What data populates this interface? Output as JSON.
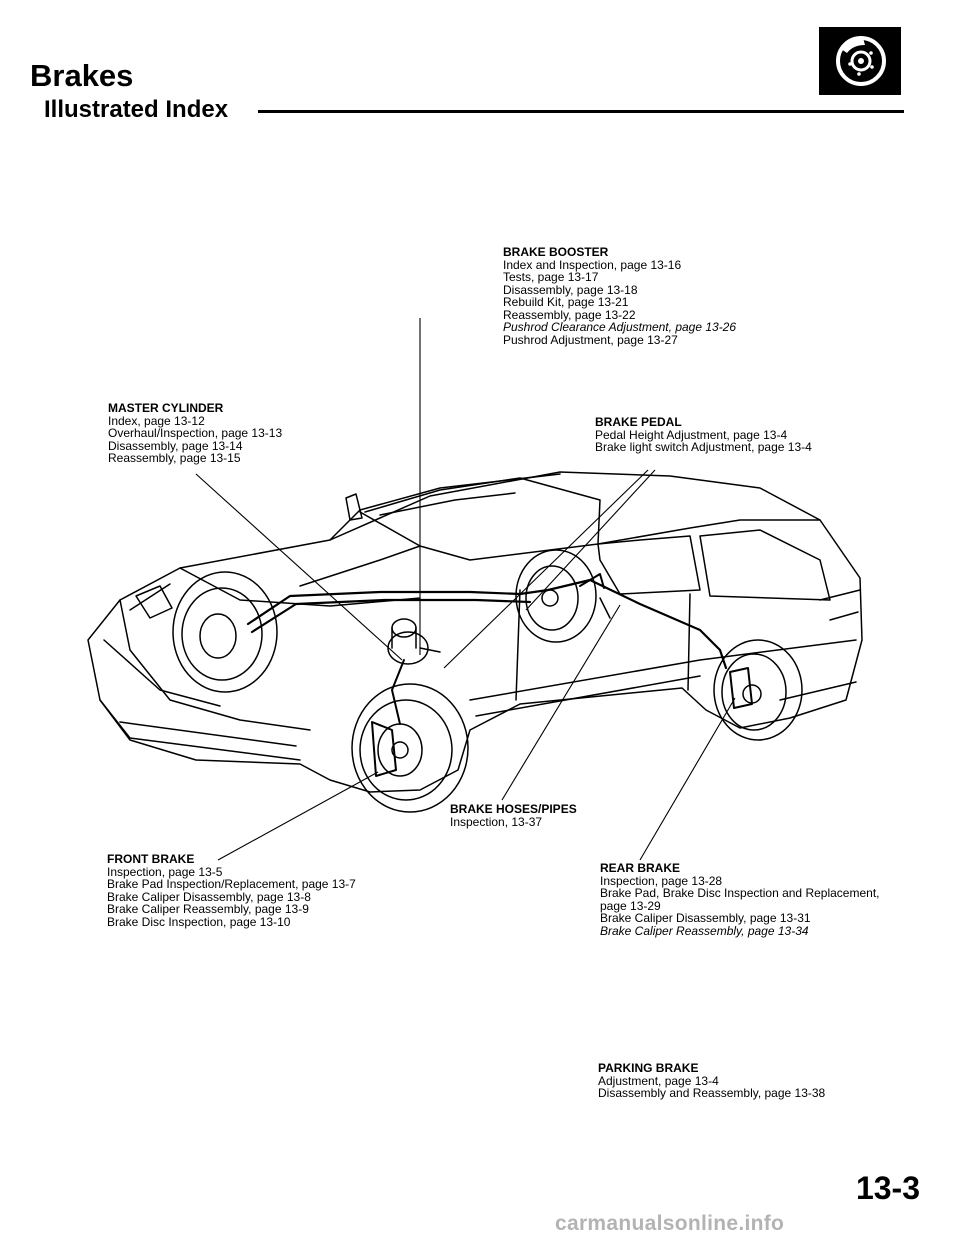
{
  "header": {
    "title": "Brakes",
    "subtitle": "Illustrated Index"
  },
  "logo": {
    "icon": "brake-disc-icon"
  },
  "sections": {
    "brake_booster": {
      "heading": "BRAKE BOOSTER",
      "items": [
        "Index and Inspection, page 13-16",
        "Tests, page 13-17",
        "Disassembly, page 13-18",
        "Rebuild Kit, page 13-21",
        "Reassembly, page 13-22",
        "Pushrod Clearance Adjustment, page 13-26",
        "Pushrod Adjustment, page 13-27"
      ]
    },
    "master_cylinder": {
      "heading": "MASTER CYLINDER",
      "items": [
        "Index, page 13-12",
        "Overhaul/Inspection, page 13-13",
        "Disassembly, page 13-14",
        "Reassembly, page 13-15"
      ]
    },
    "brake_pedal": {
      "heading": "BRAKE PEDAL",
      "items": [
        "Pedal Height Adjustment, page 13-4",
        "Brake light switch Adjustment, page 13-4"
      ]
    },
    "brake_hoses": {
      "heading": "BRAKE HOSES/PIPES",
      "items": [
        "Inspection, 13-37"
      ]
    },
    "front_brake": {
      "heading": "FRONT BRAKE",
      "items": [
        "Inspection, page 13-5",
        "Brake Pad Inspection/Replacement, page 13-7",
        "Brake Caliper Disassembly, page 13-8",
        "Brake Caliper Reassembly, page 13-9",
        "Brake Disc Inspection, page 13-10"
      ]
    },
    "rear_brake": {
      "heading": "REAR BRAKE",
      "items": [
        "Inspection, page 13-28",
        "Brake Pad, Brake Disc Inspection and Replacement,",
        "page 13-29",
        "Brake Caliper Disassembly, page 13-31",
        "Brake Caliper Reassembly, page 13-34"
      ]
    },
    "parking_brake": {
      "heading": "PARKING BRAKE",
      "items": [
        "Adjustment, page 13-4",
        "Disassembly and Reassembly, page 13-38"
      ]
    }
  },
  "footer": {
    "page_number": "13-3",
    "watermark": "carmanualsonline.info"
  }
}
